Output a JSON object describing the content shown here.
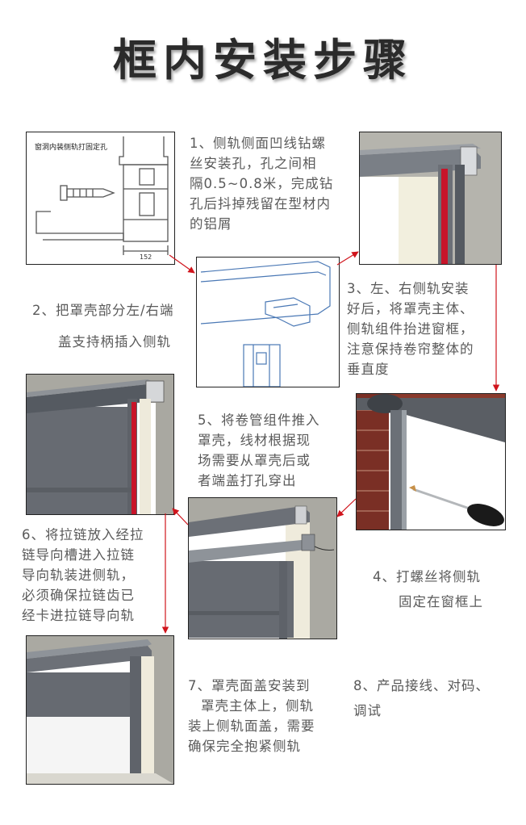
{
  "page": {
    "title": "框内安装步骤"
  },
  "steps": {
    "s1": {
      "lines": [
        "1、侧轨侧面凹线钻螺",
        "丝安装孔，孔之间相",
        "隔0.5~0.8米，完成钻",
        "孔后抖掉残留在型材内",
        "的铝屑"
      ]
    },
    "s2": {
      "lines": [
        "2、把罩壳部分左/右端",
        "盖支持柄插入侧轨"
      ]
    },
    "s3": {
      "lines": [
        "3、左、右侧轨安装",
        "好后，将罩壳主体、",
        "侧轨组件抬进窗框，",
        "注意保持卷帘整体的",
        "垂直度"
      ]
    },
    "s4": {
      "lines": [
        "4、打螺丝将侧轨",
        "固定在窗框上"
      ]
    },
    "s5": {
      "lines": [
        "5、将卷管组件推入",
        "罩壳，线材根据现",
        "场需要从罩壳后或",
        "者端盖打孔穿出"
      ]
    },
    "s6": {
      "lines": [
        "6、将拉链放入经拉",
        "链导向槽进入拉链",
        "导向轨装进侧轨，",
        "必须确保拉链齿已",
        "经卡进拉链导向轨"
      ]
    },
    "s7": {
      "lines": [
        "7、罩壳面盖安装到",
        "罩壳主体上，侧轨",
        "装上侧轨面盖，需要",
        "确保完全抱紧侧轨"
      ]
    },
    "s8": {
      "lines": [
        "8、产品接线、对码、",
        "调试"
      ]
    }
  },
  "diagram": {
    "caption": "窗洞内装侧轨打固定孔",
    "dimension": "152"
  },
  "colors": {
    "title": "#2b2b2b",
    "text": "#5a5a5a",
    "arrow": "#d0141c",
    "frame_gray": "#6d7177",
    "rail_red": "#c8142a",
    "wall_beige": "#ece7d2"
  }
}
